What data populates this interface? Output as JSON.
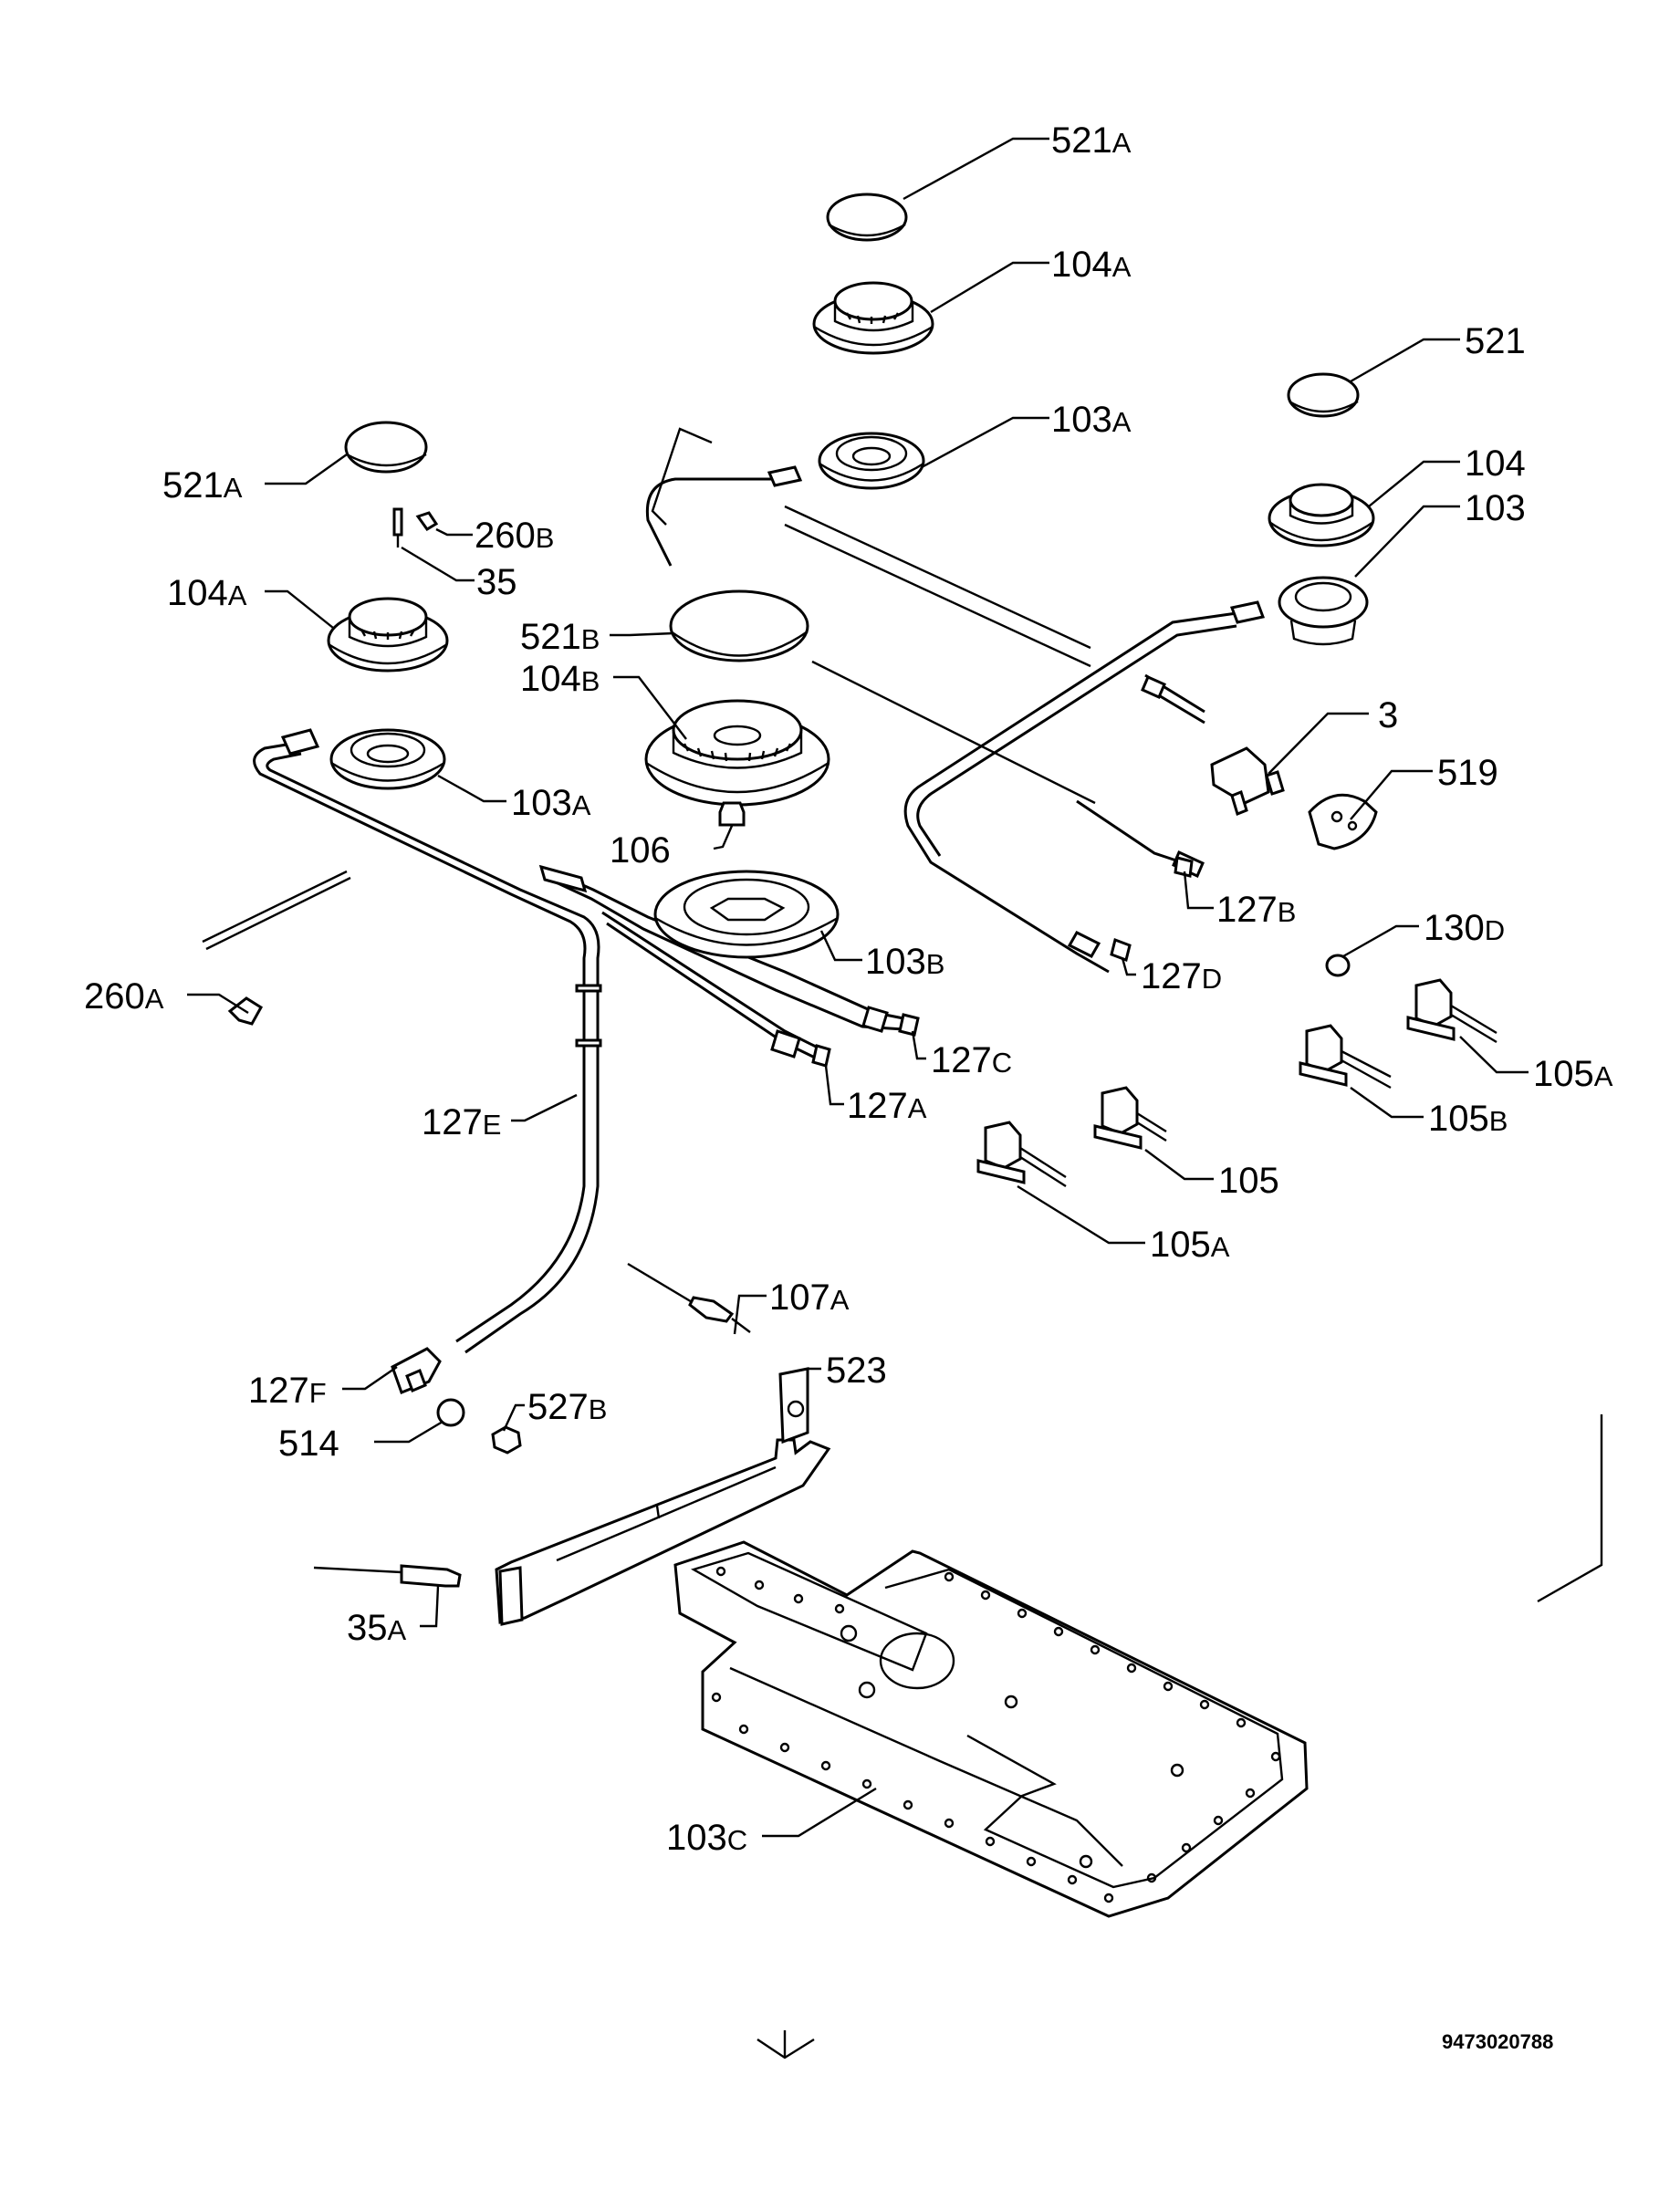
{
  "labels": {
    "l521a_top": {
      "num": "521",
      "sfx": "A"
    },
    "l104a_top": {
      "num": "104",
      "sfx": "A"
    },
    "l103a_top": {
      "num": "103",
      "sfx": "A"
    },
    "l521_right": {
      "num": "521",
      "sfx": ""
    },
    "l104_right": {
      "num": "104",
      "sfx": ""
    },
    "l103_right": {
      "num": "103",
      "sfx": ""
    },
    "l521a_left": {
      "num": "521",
      "sfx": "A"
    },
    "l260b": {
      "num": "260",
      "sfx": "B"
    },
    "l35": {
      "num": "35",
      "sfx": ""
    },
    "l104a_left": {
      "num": "104",
      "sfx": "A"
    },
    "l521b": {
      "num": "521",
      "sfx": "B"
    },
    "l104b": {
      "num": "104",
      "sfx": "B"
    },
    "l3": {
      "num": "3",
      "sfx": ""
    },
    "l519": {
      "num": "519",
      "sfx": ""
    },
    "l103a_left": {
      "num": "103",
      "sfx": "A"
    },
    "l106": {
      "num": "106",
      "sfx": ""
    },
    "l127b": {
      "num": "127",
      "sfx": "B"
    },
    "l130d": {
      "num": "130",
      "sfx": "D"
    },
    "l103b": {
      "num": "103",
      "sfx": "B"
    },
    "l127d": {
      "num": "127",
      "sfx": "D"
    },
    "l260a": {
      "num": "260",
      "sfx": "A"
    },
    "l127c": {
      "num": "127",
      "sfx": "C"
    },
    "l105a_right": {
      "num": "105",
      "sfx": "A"
    },
    "l127a": {
      "num": "127",
      "sfx": "A"
    },
    "l105b": {
      "num": "105",
      "sfx": "B"
    },
    "l127e": {
      "num": "127",
      "sfx": "E"
    },
    "l105": {
      "num": "105",
      "sfx": ""
    },
    "l105a_mid": {
      "num": "105",
      "sfx": "A"
    },
    "l107a": {
      "num": "107",
      "sfx": "A"
    },
    "l523": {
      "num": "523",
      "sfx": ""
    },
    "l127f": {
      "num": "127",
      "sfx": "F"
    },
    "l527b": {
      "num": "527",
      "sfx": "B"
    },
    "l514": {
      "num": "514",
      "sfx": ""
    },
    "l35a": {
      "num": "35",
      "sfx": "A"
    },
    "l103c": {
      "num": "103",
      "sfx": "C"
    }
  },
  "document_number": "9473020788"
}
